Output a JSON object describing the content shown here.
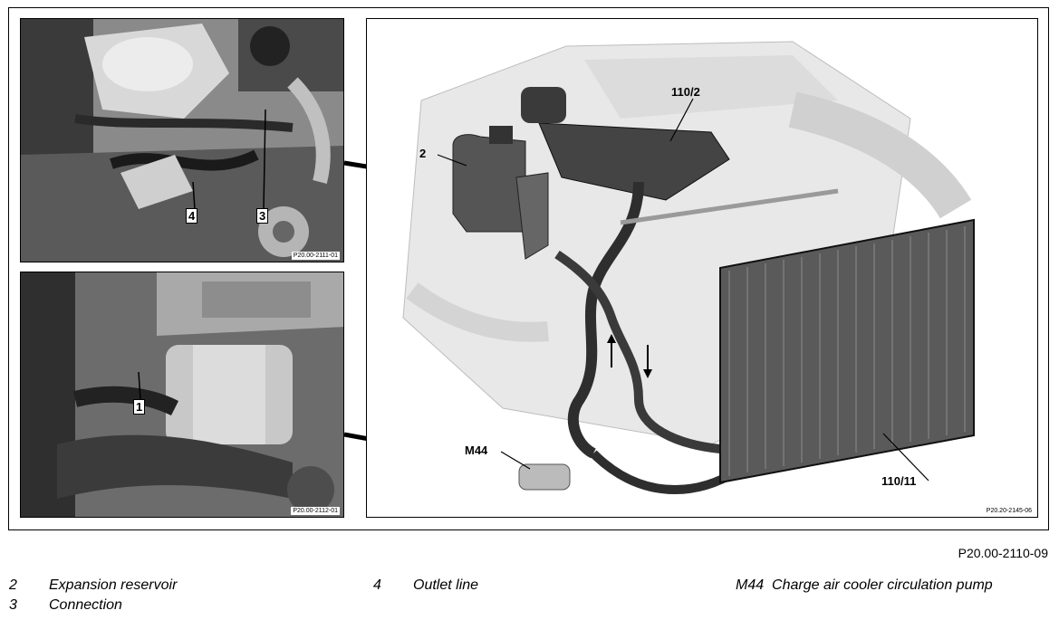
{
  "figure": {
    "top_photo_code": "P20.00-2111-01",
    "bottom_photo_code": "P20.00-2112-01",
    "diagram_code": "P20.20-2145-06",
    "figure_reference": "P20.00-2110-09"
  },
  "callouts": {
    "top_photo": [
      "4",
      "3"
    ],
    "bottom_photo": [
      "1"
    ],
    "diagram": [
      "2",
      "110/2",
      "M44",
      "110/11"
    ]
  },
  "legend": [
    {
      "num": "2",
      "text": "Expansion reservoir"
    },
    {
      "num": "3",
      "text": "Connection"
    },
    {
      "num": "4",
      "text": "Outlet line"
    },
    {
      "num": "M44",
      "text": "Charge air cooler circulation pump"
    }
  ]
}
